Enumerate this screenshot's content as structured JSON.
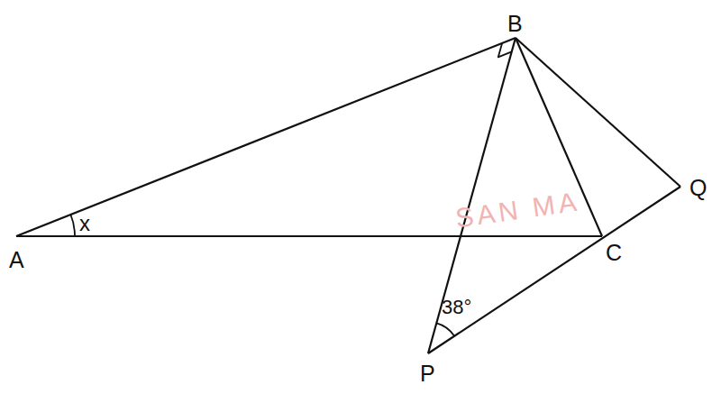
{
  "diagram": {
    "labels": [
      "B",
      "A",
      "x",
      "C",
      "Q",
      "38°",
      "P",
      "SAN MA"
    ]
  }
}
